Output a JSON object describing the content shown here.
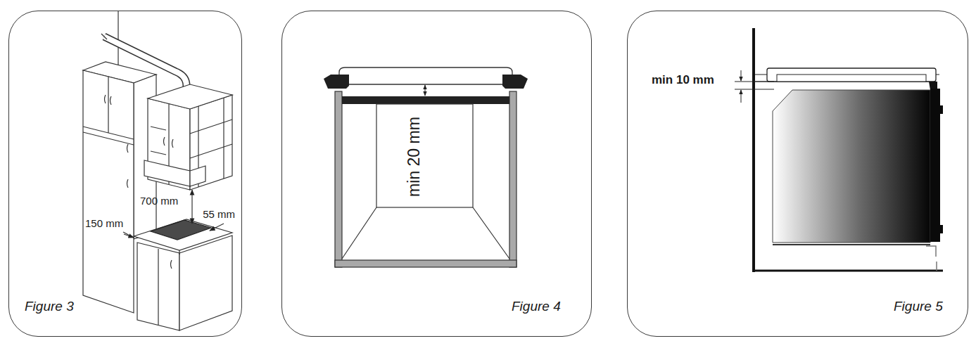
{
  "diagram": {
    "nodes": [
      {
        "text": [
          "700 mm",
          "55 mm",
          "150 mm",
          "Figure 3"
        ]
      },
      {
        "text": [
          "min 20 mm",
          "Figure 4"
        ]
      },
      {
        "text": [
          "min 10 mm",
          "Figure 5"
        ]
      }
    ]
  }
}
